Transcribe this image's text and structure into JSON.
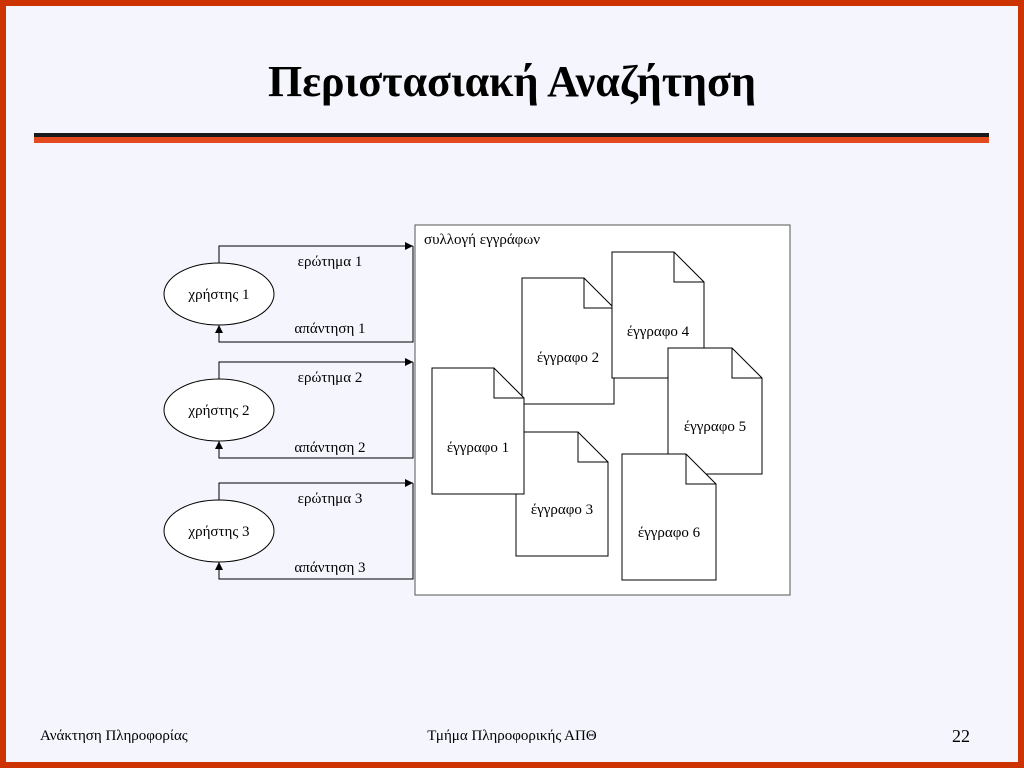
{
  "slide": {
    "title": "Περιστασιακή Αναζήτηση",
    "footer_left": "Ανάκτηση Πληροφορίας",
    "footer_center": "Τμήμα Πληροφορικής ΑΠΘ",
    "page_number": "22"
  },
  "diagram": {
    "collection_label": "συλλογή εγγράφων",
    "users": [
      {
        "label": "χρήστης 1",
        "query": "ερώτημα 1",
        "answer": "απάντηση 1"
      },
      {
        "label": "χρήστης 2",
        "query": "ερώτημα 2",
        "answer": "απάντηση 2"
      },
      {
        "label": "χρήστης 3",
        "query": "ερώτημα 3",
        "answer": "απάντηση 3"
      }
    ],
    "documents": [
      {
        "label": "έγγραφο 1"
      },
      {
        "label": "έγγραφο 2"
      },
      {
        "label": "έγγραφο 3"
      },
      {
        "label": "έγγραφο 4"
      },
      {
        "label": "έγγραφο 5"
      },
      {
        "label": "έγγραφο 6"
      }
    ]
  },
  "colors": {
    "border": "#cc3300",
    "background": "#f5f5fd",
    "rule_dark": "#1a1a1a",
    "rule_red": "#e34a1f"
  }
}
